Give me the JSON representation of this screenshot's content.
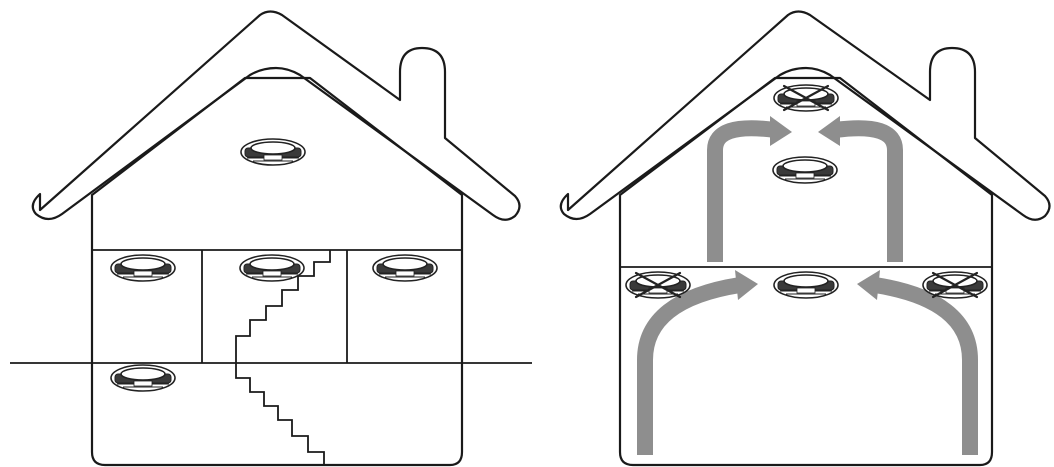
{
  "figure": {
    "panels": [
      {
        "id": "left",
        "detectors": 5,
        "crossed_detectors": 0,
        "airflow_arrows": false
      },
      {
        "id": "right",
        "detectors": 5,
        "crossed_detectors": 3,
        "airflow_arrows": true
      }
    ],
    "colors": {
      "line": "#1a1a1a",
      "arrow": "#8e8e8e",
      "detector_dark": "#3a3a3a",
      "background": "#ffffff"
    },
    "icons": [
      "smoke-detector-icon",
      "crossed-smoke-detector-icon",
      "airflow-arrow-icon"
    ]
  }
}
